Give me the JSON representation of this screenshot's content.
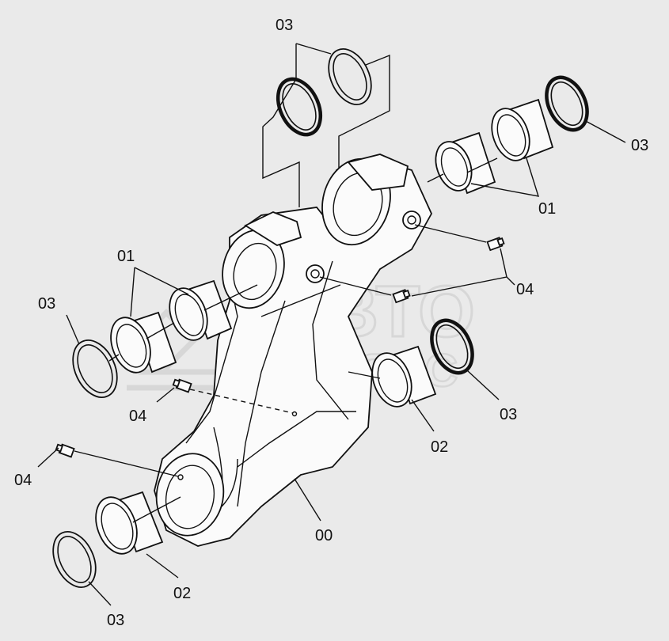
{
  "colors": {
    "background": "#eaeaea",
    "line": "#111111",
    "part_fill": "#fbfbfb",
    "watermark": "#c9c9c9"
  },
  "watermark": {
    "line1": "АВТО",
    "line2": "АЛЬЯНС"
  },
  "callouts": {
    "frame": "00",
    "bushing_top": "01",
    "bushing_bottom": "02",
    "seal": "03",
    "grease_fitting": "04"
  }
}
